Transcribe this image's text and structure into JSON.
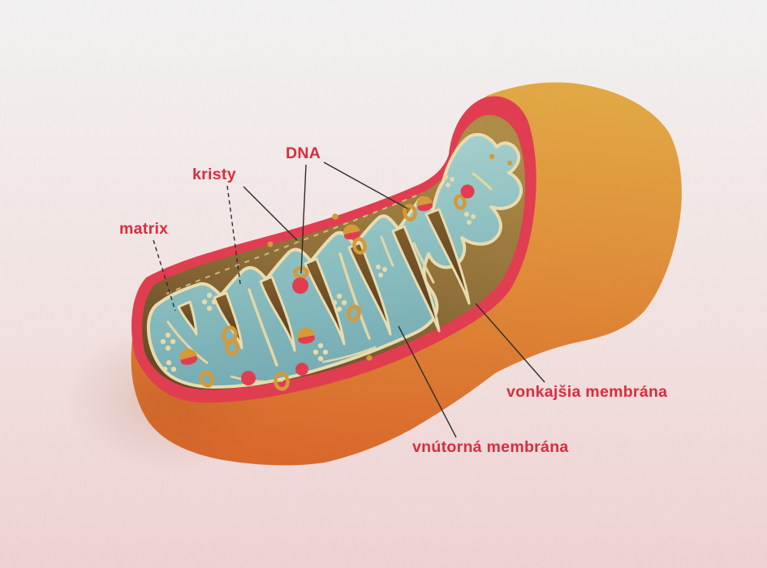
{
  "diagram": {
    "subject": "mitochondrion-cross-section",
    "labels": {
      "matrix": "matrix",
      "cristae": "kristy",
      "dna": "DNA",
      "outer_membrane": "vonkajšia membrána",
      "inner_membrane": "vnútorná membrána"
    },
    "colors": {
      "background_top": "#fffefe",
      "background_bottom": "#fcdede",
      "label_text": "#dc2b3e",
      "leader_line": "#2f2f2f",
      "outer_body_light": "#eeb148",
      "outer_body_deep": "#e56e2e",
      "membrane_red": "#ee4156",
      "matrix_teal_light": "#b4dfdb",
      "matrix_teal_deep": "#79b3bc",
      "crista_outline_cream": "#f6e8ba",
      "wall_tan_light": "#b9944c",
      "wall_tan_dark": "#6f4f2a",
      "granule_orange": "#e2a23b"
    }
  }
}
